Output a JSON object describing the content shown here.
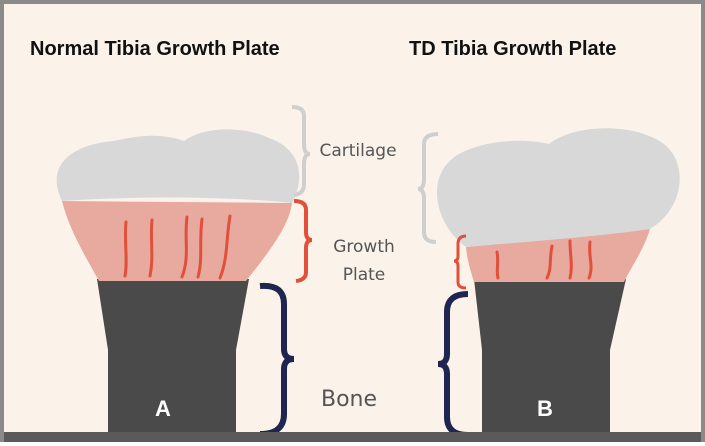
{
  "titles": {
    "left": "Normal Tibia Growth Plate",
    "right": "TD Tibia Growth Plate"
  },
  "labels": {
    "cartilage": "Cartilage",
    "growth_line1": "Growth",
    "growth_line2": "Plate",
    "bone": "Bone"
  },
  "panels": {
    "left": "A",
    "right": "B"
  },
  "colors": {
    "background": "#fbf3ea",
    "frame": "#8a8a8a",
    "cartilage": "#d8d8d8",
    "growth_plate": "#e8a99e",
    "vessels": "#e0503a",
    "bone": "#4a4a4a",
    "bracket_cartilage": "#cfcfcf",
    "bracket_growth": "#e0503a",
    "bracket_bone": "#1f2550"
  }
}
